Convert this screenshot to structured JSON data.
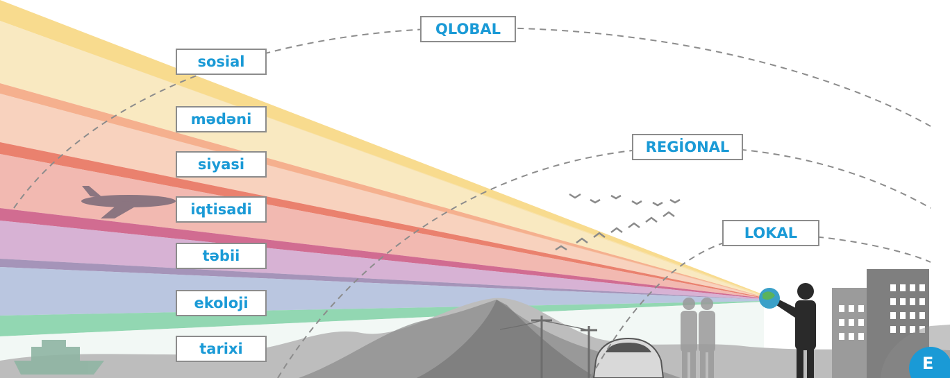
{
  "scales": {
    "global": "QLOBAL",
    "regional": "REGİONAL",
    "local": "LOKAL"
  },
  "factors": [
    "sosial",
    "mədəni",
    "siyasi",
    "iqtisadi",
    "təbii",
    "ekoloji",
    "tarixi"
  ],
  "corner_badge": "E",
  "colors": {
    "label_text": "#1a9ad6",
    "label_border": "#8c8c8c",
    "band_sosial": "#f7d57a",
    "band_madani": "#f5b58a",
    "band_siyasi": "#ef8a6a",
    "band_iqtisadi": "#e0607a",
    "band_tabii": "#b66aa8",
    "band_ekoloji": "#8d9fc8",
    "band_tarixi": "#7fd0a4"
  }
}
